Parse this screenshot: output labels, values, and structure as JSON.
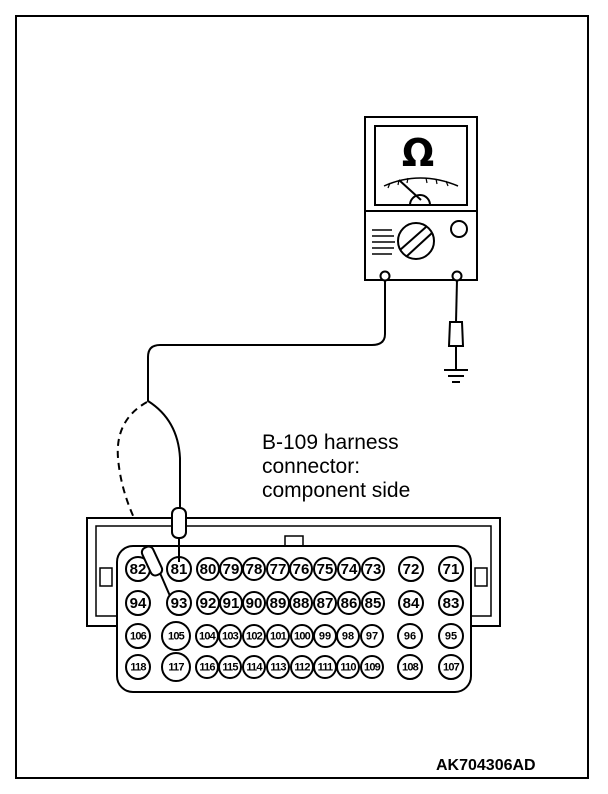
{
  "diagram": {
    "meter": {
      "unit_symbol": "Ω"
    },
    "connector_label": {
      "lines": [
        "B-109 harness",
        "connector:",
        "component side"
      ]
    },
    "connector": {
      "rows": [
        [
          "82",
          "81",
          "80",
          "79",
          "78",
          "77",
          "76",
          "75",
          "74",
          "73",
          "72",
          "71"
        ],
        [
          "94",
          "93",
          "92",
          "91",
          "90",
          "89",
          "88",
          "87",
          "86",
          "85",
          "84",
          "83"
        ],
        [
          "106",
          "105",
          "104",
          "103",
          "102",
          "101",
          "100",
          "99",
          "98",
          "97",
          "96",
          "95"
        ],
        [
          "118",
          "117",
          "116",
          "115",
          "114",
          "113",
          "112",
          "111",
          "110",
          "109",
          "108",
          "107"
        ]
      ],
      "probed_pins": [
        "81",
        "93"
      ]
    },
    "figure_code": "AK704306AD"
  }
}
